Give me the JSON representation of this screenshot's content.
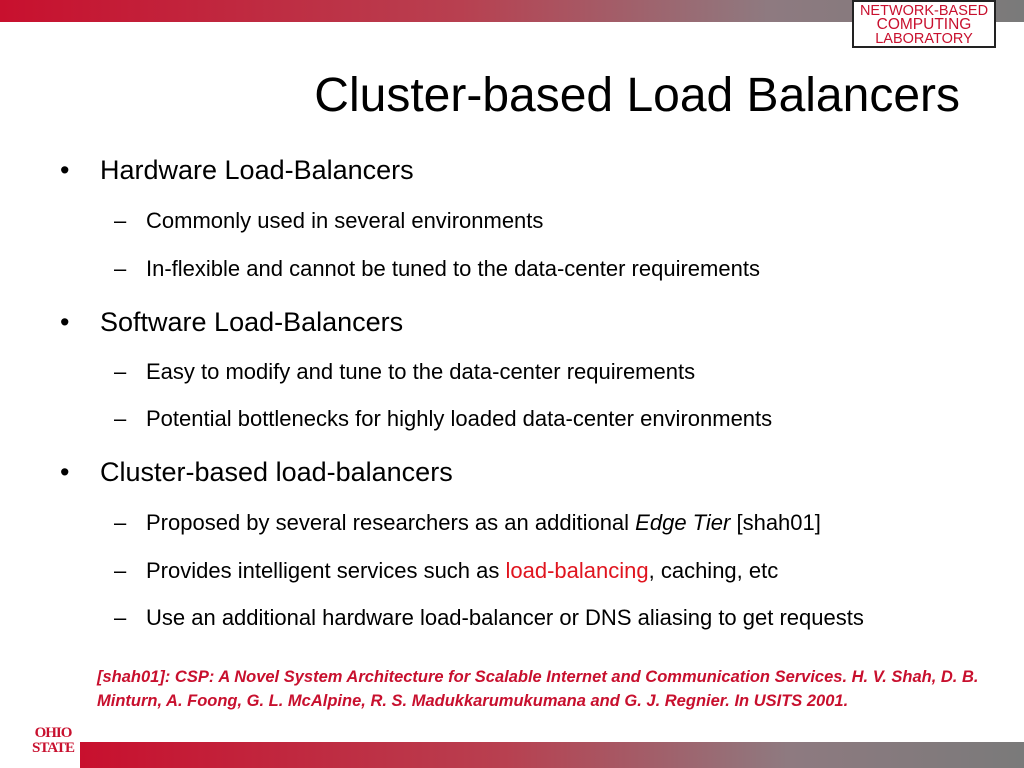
{
  "logo": {
    "line1": "NETWORK-BASED",
    "line2": "COMPUTING",
    "line3": "LABORATORY"
  },
  "title": "Cluster-based Load Balancers",
  "bullets": [
    {
      "text": "Hardware Load-Balancers",
      "subs": [
        "Commonly used in several environments",
        "In-flexible and cannot be tuned to the data-center requirements"
      ]
    },
    {
      "text": "Software Load-Balancers",
      "subs": [
        "Easy to modify and tune to the data-center requirements",
        "Potential bottlenecks for highly loaded data-center environments"
      ]
    },
    {
      "text": "Cluster-based load-balancers",
      "subs_rich": [
        {
          "pre": "Proposed by several researchers as an additional ",
          "italic": "Edge Tier",
          "post": " [shah01]"
        },
        {
          "pre": "Provides intelligent services such as ",
          "red": "load-balancing",
          "post": ", caching, etc"
        },
        {
          "pre": "Use an additional hardware load-balancer or DNS aliasing to get requests"
        }
      ]
    }
  ],
  "reference": "[shah01]: CSP: A Novel System Architecture for Scalable Internet and Communication Services. H. V. Shah, D. B. Minturn, A. Foong, G. L. McAlpine, R. S. Madukkarumukumana and G. J. Regnier. In USITS 2001.",
  "footer_logo": {
    "line1": "OHIO",
    "line2": "STATE"
  },
  "symbols": {
    "bullet": "•",
    "dash": "–"
  },
  "colors": {
    "accent_red": "#c8102e",
    "highlight_red": "#e0141e"
  }
}
